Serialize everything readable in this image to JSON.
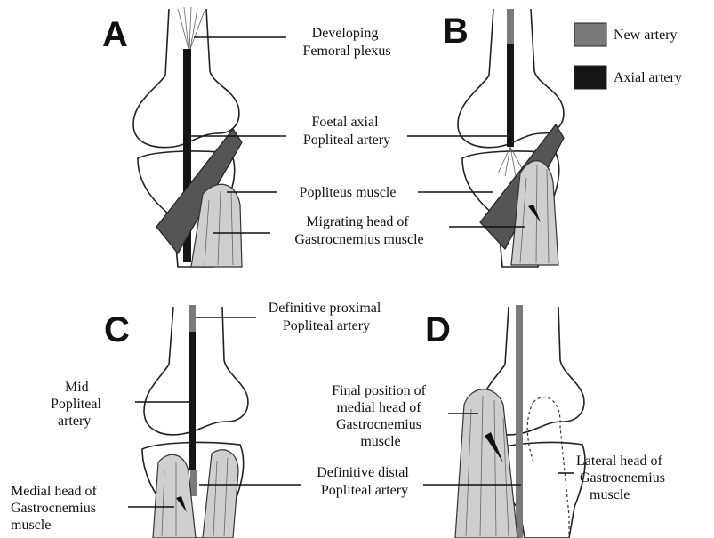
{
  "panels": {
    "a": {
      "letter": "A"
    },
    "b": {
      "letter": "B"
    },
    "c": {
      "letter": "C"
    },
    "d": {
      "letter": "D"
    }
  },
  "legend": {
    "new_artery": {
      "label": "New artery",
      "color": "#7a7a7a"
    },
    "axial_artery": {
      "label": "Axial artery",
      "color": "#151515"
    }
  },
  "labels": {
    "femoral_plexus": [
      "Developing",
      "Femoral plexus"
    ],
    "foetal_axial": [
      "Foetal axial",
      "Popliteal artery"
    ],
    "popliteus": [
      "Popliteus muscle"
    ],
    "migrating_head": [
      "Migrating head of",
      "Gastrocnemius muscle"
    ],
    "definitive_proximal": [
      "Definitive proximal",
      "Popliteal artery"
    ],
    "mid_popliteal": [
      "Mid",
      "Popliteal",
      "artery"
    ],
    "medial_head": [
      "Medial head of",
      "Gastrocnemius",
      "muscle"
    ],
    "definitive_distal": [
      "Definitive distal",
      "Popliteal artery"
    ],
    "final_position": [
      "Final position of",
      "medial head of",
      "Gastrocnemius",
      "muscle"
    ],
    "lateral_head": [
      "Lateral  head of",
      "Gastrocnemius",
      "muscle"
    ]
  }
}
